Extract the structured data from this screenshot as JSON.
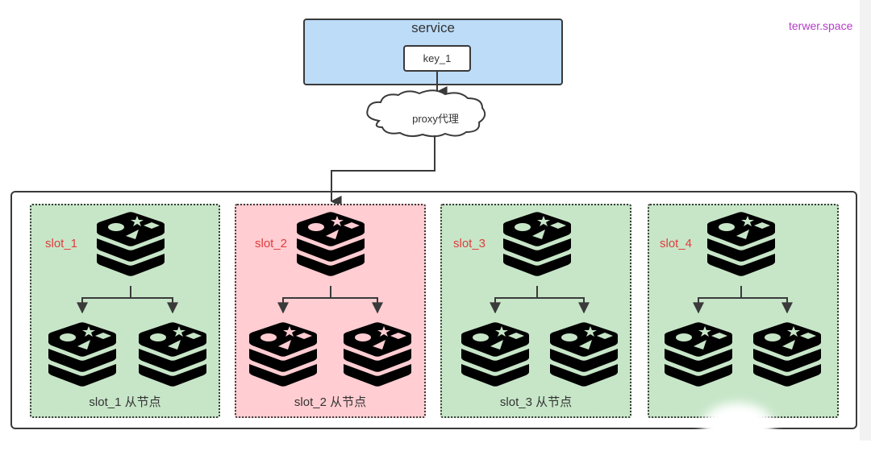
{
  "watermark": "terwer.space",
  "service": {
    "title": "service",
    "key_label": "key_1"
  },
  "proxy": {
    "label": "proxy代理"
  },
  "colors": {
    "service_fill": "#bcdcf8",
    "slot_green": "#c7e6c8",
    "slot_red": "#ffcdd2",
    "slot_label": "#e03c3c",
    "watermark": "#b43cc8",
    "stroke": "#3a3a3a"
  },
  "slots": [
    {
      "label": "slot_1",
      "replica_label": "slot_1 从节点",
      "highlighted": false,
      "master_icon": "redis-icon",
      "replica_icons": [
        "redis-icon",
        "redis-icon"
      ]
    },
    {
      "label": "slot_2",
      "replica_label": "slot_2 从节点",
      "highlighted": true,
      "master_icon": "redis-icon",
      "replica_icons": [
        "redis-icon",
        "redis-icon"
      ]
    },
    {
      "label": "slot_3",
      "replica_label": "slot_3 从节点",
      "highlighted": false,
      "master_icon": "redis-icon",
      "replica_icons": [
        "redis-icon",
        "redis-icon"
      ]
    },
    {
      "label": "slot_4",
      "replica_label": "",
      "highlighted": false,
      "master_icon": "redis-icon",
      "replica_icons": [
        "redis-icon",
        "redis-icon"
      ]
    }
  ],
  "connections": [
    {
      "from": "key_1",
      "to": "proxy代理"
    },
    {
      "from": "proxy代理",
      "to": "slot_2"
    }
  ]
}
